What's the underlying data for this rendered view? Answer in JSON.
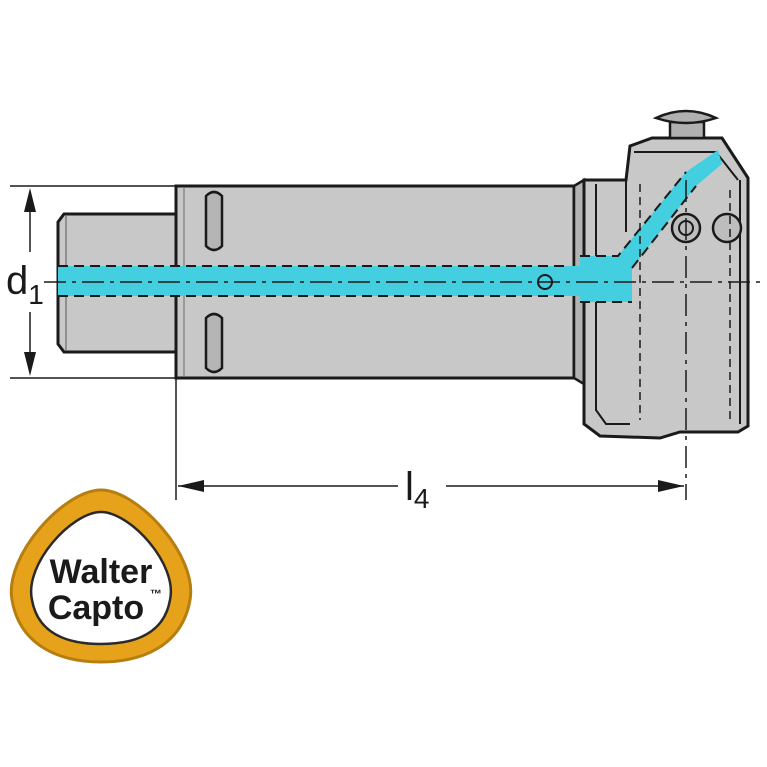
{
  "dimensions": {
    "d1": {
      "main": "d",
      "sub": "1"
    },
    "l4": {
      "main": "l",
      "sub": "4"
    }
  },
  "logo": {
    "line1": "Walter",
    "line2": "Capto",
    "mark": "™"
  },
  "colors": {
    "body": "#c8c8c8",
    "body_dark": "#a9a9a9",
    "outline": "#1a1a1a",
    "coolant": "#43cfe0",
    "logo_ring": "#e6a21a",
    "logo_ring_dark": "#b77d0e"
  }
}
